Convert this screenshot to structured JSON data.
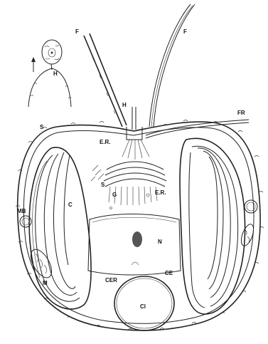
{
  "labels": {
    "flagellum_left": "F",
    "flagellum_right": "F",
    "haptonema_inset": "H",
    "haptonema": "H",
    "fibrous_root": "FR",
    "scales": "S",
    "er_left": "E.R.",
    "er_right": "E.R.",
    "scales_golgi": "S",
    "golgi": "G",
    "mitochondria_body": "MB",
    "chloroplast": "C",
    "nucleus": "N",
    "mitochondrion": "M",
    "chloroplast_er": "CER",
    "chloroplast_envelope": "CE",
    "chrysolaminarin": "Cl"
  }
}
